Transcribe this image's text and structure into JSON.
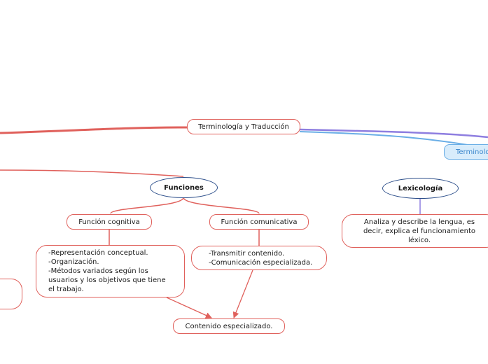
{
  "colors": {
    "red_branch": "#e0615c",
    "purple_branch": "#8e7ee0",
    "blue_accent": "#6aaee6",
    "oval_border": "#2c4e8a"
  },
  "root": {
    "label": "Terminología y Traducción"
  },
  "right_branch": {
    "label": "Terminolog"
  },
  "funciones": {
    "label": "Funciones",
    "cognitiva": {
      "label": "Función cognitiva",
      "details": [
        "-Representación conceptual.",
        "-Organización.",
        "-Métodos variados según los",
        "usuarios y los objetivos que tiene",
        "el trabajo."
      ]
    },
    "comunicativa": {
      "label": "Función comunicativa",
      "details": [
        "-Transmitir contenido.",
        "-Comunicación especializada."
      ]
    },
    "result": {
      "label": "Contenido especializado."
    }
  },
  "lexicologia": {
    "label": "Lexicología",
    "description": [
      "Analiza y describe la lengua, es",
      "decir, explica el funcionamiento",
      "léxico."
    ]
  }
}
